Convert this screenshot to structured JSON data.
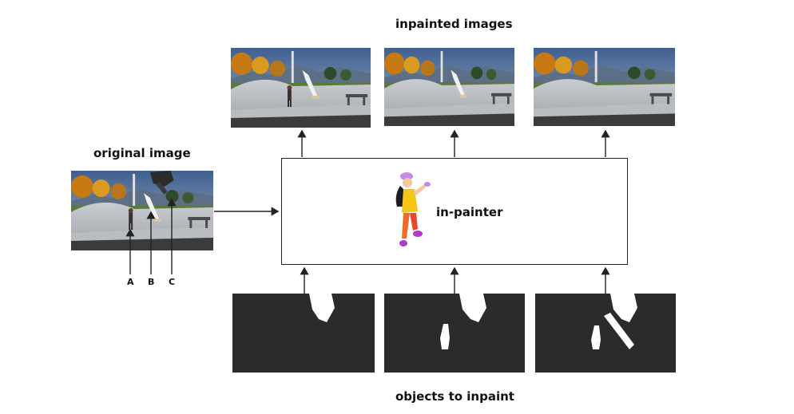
{
  "title_inpainted": "inpainted images",
  "title_original": "original image",
  "title_objects": "objects to inpaint",
  "inpainter_label": "in-painter",
  "object_markers": [
    "A",
    "B",
    "C"
  ],
  "colors": {
    "mask_dark": "#2b2b2b",
    "mask_white": "#ffffff",
    "arrow": "#222222"
  }
}
